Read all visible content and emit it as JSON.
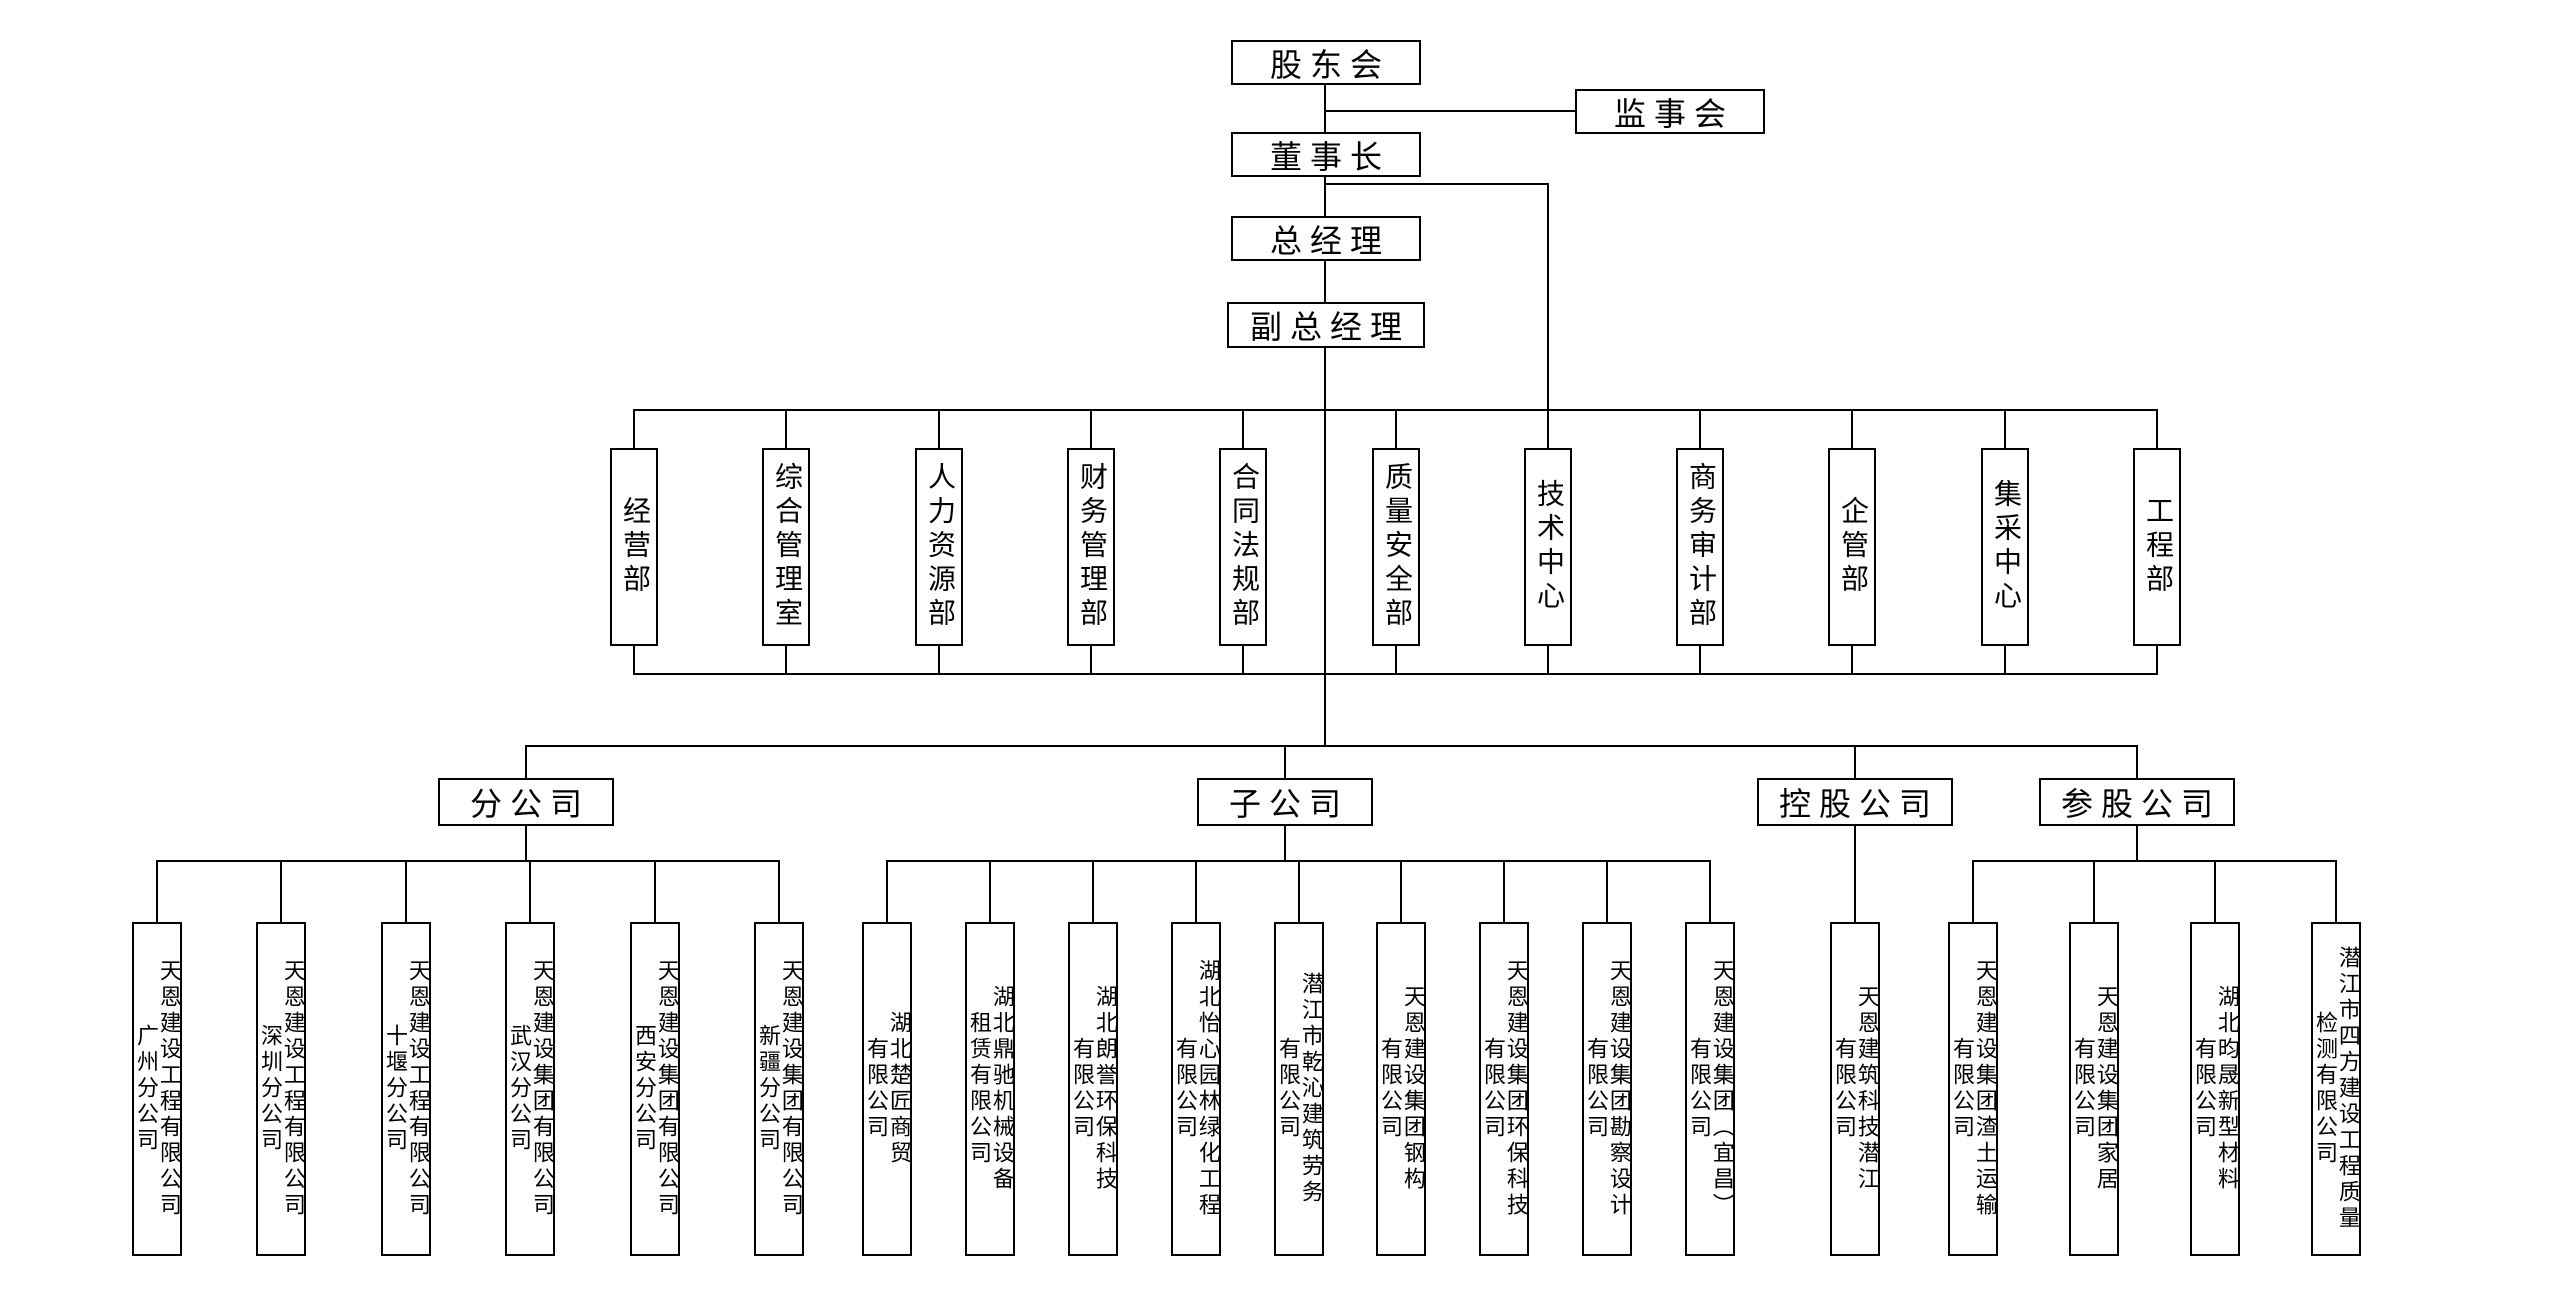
{
  "diagram": {
    "type": "org-chart",
    "top_chain": [
      "股东会",
      "董事长",
      "总经理",
      "副总经理"
    ],
    "supervisory_board": "监事会",
    "departments": [
      "经营部",
      "综合管理室",
      "人力资源部",
      "财务管理部",
      "合同法规部",
      "质量安全部",
      "技术中心",
      "商务审计部",
      "企管部",
      "集采中心",
      "工程部"
    ],
    "groups": [
      {
        "label": "分公司",
        "children": [
          "天恩建设工程有限公司\n广州分公司",
          "天恩建设工程有限公司\n深圳分公司",
          "天恩建设工程有限公司\n十堰分公司",
          "天恩建设集团有限公司\n武汉分公司",
          "天恩建设集团有限公司\n西安分公司",
          "天恩建设集团有限公司\n新疆分公司"
        ]
      },
      {
        "label": "子公司",
        "children": [
          "湖北楚匠商贸\n有限公司",
          "湖北鼎驰机械设备\n租赁有限公司",
          "湖北朗誉环保科技\n有限公司",
          "湖北怡心园林绿化工程\n有限公司",
          "潜江市乾沁建筑劳务\n有限公司",
          "天恩建设集团钢构\n有限公司",
          "天恩建设集团环保科技\n有限公司",
          "天恩建设集团勘察设计\n有限公司",
          "天恩建设集团（宜昌）\n有限公司"
        ]
      },
      {
        "label": "控股公司",
        "children": [
          "天恩建筑科技潜江\n有限公司"
        ]
      },
      {
        "label": "参股公司",
        "children": [
          "天恩建设集团渣土运输\n有限公司",
          "天恩建设集团家居\n有限公司",
          "湖北昀晟新型材料\n有限公司",
          "潜江市四方建设工程质量\n检测有限公司"
        ]
      }
    ],
    "colors": {
      "line": "#000000",
      "border": "#000000",
      "text": "#000000",
      "background": "#ffffff"
    }
  }
}
